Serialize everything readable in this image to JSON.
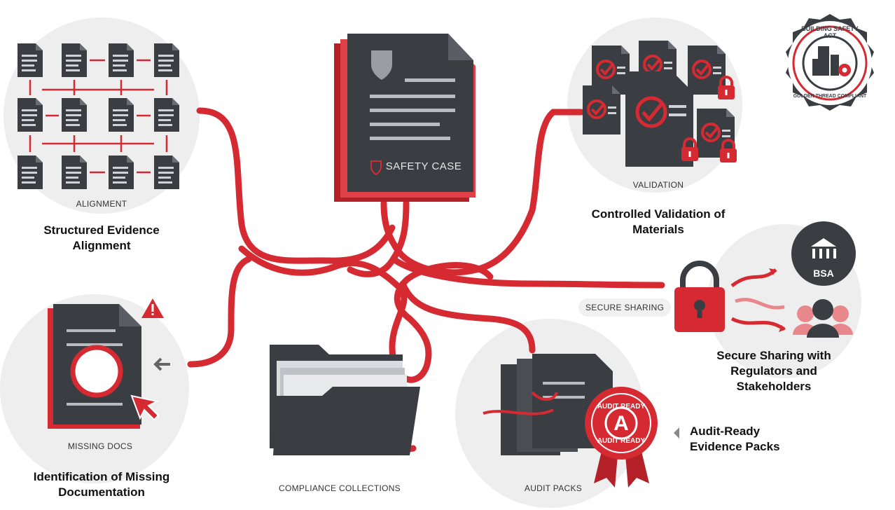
{
  "center": {
    "card_label": "SAFETY CASE"
  },
  "sections": {
    "alignment": {
      "tag": "ALIGNMENT",
      "title": "Structured Evidence Alignment"
    },
    "validation": {
      "tag": "VALIDATION",
      "title": "Controlled Validation of Materials"
    },
    "sharing": {
      "tag": "SECURE SHARING",
      "title": "Secure Sharing with Regulators and Stakeholders",
      "regulator": "BSA"
    },
    "missing": {
      "tag": "MISSING DOCS",
      "title": "Identification of Missing Documentation"
    },
    "compliance": {
      "tag": "COMPLIANCE COLLECTIONS"
    },
    "audit": {
      "tag": "AUDIT PACKS",
      "title": "Audit-Ready Evidence Packs",
      "seal_letter": "A",
      "seal_top": "AUDIT READY",
      "seal_bottom": "AUDIT READY"
    }
  },
  "badge": {
    "top_text": "BUILDING SAFETY ACT",
    "bottom_text": "GOLDEN THREAD COMPLIANT"
  },
  "colors": {
    "accent": "#d62a33",
    "dark": "#3a3d42",
    "circle": "#eeeeee"
  }
}
